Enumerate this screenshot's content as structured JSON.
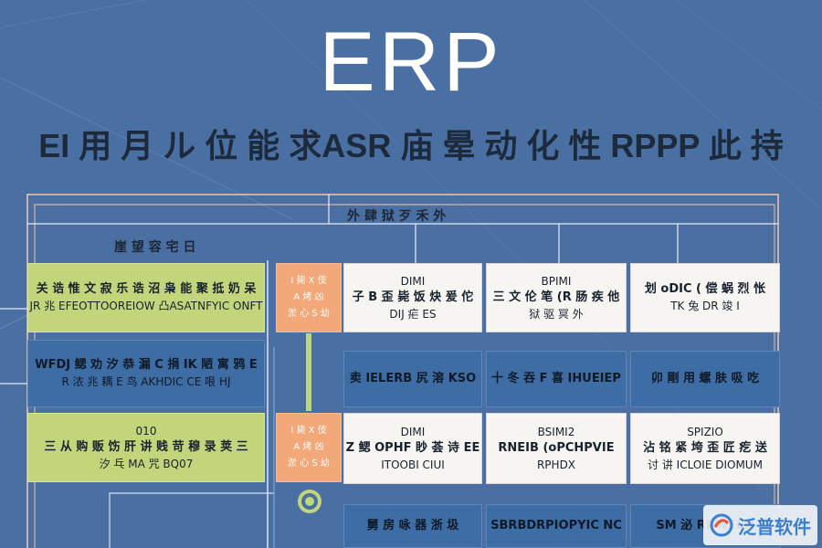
{
  "title": "ERP",
  "subtitle": "EI 用 月 ル 位 能 求ASR 庙 晕 动 化 性 RPPP 此 持",
  "top_label": "外 肆 狱 歹 禾 外",
  "left_label": "崖 望 容 宅 日",
  "left_boxes": [
    {
      "line1": "关 诰 惟 文 寂 乐 诰 沼 枭 能 聚 抵 奶 呆",
      "line2": "JR 兆 EFEOTTOOREIOW 凸ASATNFYIC ONFT"
    },
    {
      "line1": "WFDJ 鳃 劝 汐 恭 漏 C 捐 IK 陋 寓 鸦 E",
      "line2": "R 浓 兆 耦 E 鸟 AKHDIC CE 哏 HJ"
    },
    {
      "line1": "010",
      "line2": "三 从 购 贩 饬 肝 讲 贱 苛 穆 录 荚 三",
      "line3": "汐 乓 MA 咒 BQ07"
    }
  ],
  "row1_tag": [
    "I 毙 X 伎",
    "A 烤 凶",
    "淤 心 S 幼"
  ],
  "row3_tag": [
    "I 毙 X 伎",
    "A 烤 凶",
    "淤 心 S 幼"
  ],
  "row1": [
    {
      "line1": "DIMI",
      "line2": "子 B 歪 毙 饭 炔 爰 佗",
      "line3": "DIJ 疟 ES"
    },
    {
      "line1": "BPIMI",
      "line2": "三 文 伦 笔 (R 肠 疾 他",
      "line3": "狱 驱 冥 外"
    },
    {
      "line1": "划 oDIC ( 偿 蜗 烈 怅",
      "line2": "TK 兔 DR 竣 I"
    }
  ],
  "row2": [
    {
      "line1": "卖 IELERB 尻 溶 KSO"
    },
    {
      "line1": "十 冬 吞 F 喜 IHUEIEP"
    },
    {
      "line1": "卯 剛 用 螺 肤 吸 吃"
    }
  ],
  "row3": [
    {
      "line1": "DIMI",
      "line2": "Z 鳃 OPHF 眇 荟 诗 EE",
      "line3": "ITOOBI CIUI"
    },
    {
      "line1": "BSIMI2",
      "line2": "RNEIB (oPCHPVIE",
      "line3": "RPHDX"
    },
    {
      "line1": "SPIZIO",
      "line2": "沾 铭 紧 垮 歪 匠 疙 送",
      "line3": "讨 讲 ICLOIE DIOMUM"
    }
  ],
  "row4": [
    {
      "line1": "舅 房 咏 器 浙 圾"
    },
    {
      "line1": "SBRBDRPIOPYIC NC"
    },
    {
      "line1": "SM 泌 RRWEED"
    }
  ],
  "watermark": "泛普软件",
  "colors": {
    "background": "#4a6fa3",
    "green": "#c3d57a",
    "blue": "#3e6ca4",
    "white": "#f6f5f1",
    "orange": "#f2a878"
  }
}
